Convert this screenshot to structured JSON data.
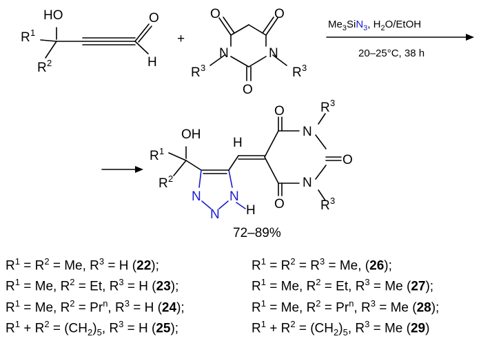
{
  "reagent1": {
    "oh": "HO",
    "r1": "R",
    "r1sup": "1",
    "r2": "R",
    "r2sup": "2",
    "o": "O",
    "h": "H"
  },
  "plus": "+",
  "reagent2": {
    "o": "O",
    "n": "N",
    "r3": "R",
    "r3sup": "3"
  },
  "conditions": {
    "above_a": "Me",
    "above_a_sub": "3",
    "above_b": "Si",
    "above_azide": "N",
    "above_azide_sub": "3",
    "above_c": ", H",
    "above_c_sub": "2",
    "above_d": "O/EtOH",
    "below": "20–25°C, 38 h"
  },
  "product": {
    "oh": "OH",
    "r1": "R",
    "r1sup": "1",
    "r2": "R",
    "r2sup": "2",
    "h": "H",
    "n": "N",
    "o": "O",
    "r3": "R",
    "r3sup": "3"
  },
  "yield": "72–89%",
  "legend": {
    "left": [
      [
        [
          "R"
        ],
        [
          "1",
          "sup"
        ],
        [
          " = R"
        ],
        [
          "2",
          "sup"
        ],
        [
          " = Me, R"
        ],
        [
          "3",
          "sup"
        ],
        [
          " = H ("
        ],
        [
          "22",
          "b"
        ],
        [
          ");"
        ]
      ],
      [
        [
          "R"
        ],
        [
          "1",
          "sup"
        ],
        [
          " = Me, R"
        ],
        [
          "2",
          "sup"
        ],
        [
          " = Et, R"
        ],
        [
          "3",
          "sup"
        ],
        [
          " = H ("
        ],
        [
          "23",
          "b"
        ],
        [
          ");"
        ]
      ],
      [
        [
          "R"
        ],
        [
          "1",
          "sup"
        ],
        [
          " = Me, R"
        ],
        [
          "2",
          "sup"
        ],
        [
          " = Pr"
        ],
        [
          "n",
          "sup"
        ],
        [
          ", R"
        ],
        [
          "3",
          "sup"
        ],
        [
          " = H ("
        ],
        [
          "24",
          "b"
        ],
        [
          ");"
        ]
      ],
      [
        [
          "R"
        ],
        [
          "1",
          "sup"
        ],
        [
          " + R"
        ],
        [
          "2",
          "sup"
        ],
        [
          " = (CH"
        ],
        [
          "2",
          "sub"
        ],
        [
          ")"
        ],
        [
          "5",
          "sub"
        ],
        [
          ", R"
        ],
        [
          "3",
          "sup"
        ],
        [
          " = H ("
        ],
        [
          "25",
          "b"
        ],
        [
          ");"
        ]
      ]
    ],
    "right": [
      [
        [
          "R"
        ],
        [
          "1",
          "sup"
        ],
        [
          " = R"
        ],
        [
          "2",
          "sup"
        ],
        [
          " = R"
        ],
        [
          "3",
          "sup"
        ],
        [
          " = Me, ("
        ],
        [
          "26",
          "b"
        ],
        [
          ");"
        ]
      ],
      [
        [
          "R"
        ],
        [
          "1",
          "sup"
        ],
        [
          " = Me, R"
        ],
        [
          "2",
          "sup"
        ],
        [
          " = Et, R"
        ],
        [
          "3",
          "sup"
        ],
        [
          " = Me ("
        ],
        [
          "27",
          "b"
        ],
        [
          ");"
        ]
      ],
      [
        [
          "R"
        ],
        [
          "1",
          "sup"
        ],
        [
          " = Me, R"
        ],
        [
          "2",
          "sup"
        ],
        [
          " = Pr"
        ],
        [
          "n",
          "sup"
        ],
        [
          ", R"
        ],
        [
          "3",
          "sup"
        ],
        [
          " = Me ("
        ],
        [
          "28",
          "b"
        ],
        [
          ");"
        ]
      ],
      [
        [
          "R"
        ],
        [
          "1",
          "sup"
        ],
        [
          " + R"
        ],
        [
          "2",
          "sup"
        ],
        [
          " = (CH"
        ],
        [
          "2",
          "sub"
        ],
        [
          ")"
        ],
        [
          "5",
          "sub"
        ],
        [
          ", R"
        ],
        [
          "3",
          "sup"
        ],
        [
          " = Me ("
        ],
        [
          "29",
          "b"
        ],
        [
          ")"
        ]
      ]
    ]
  },
  "colors": {
    "triazole": "#1a1acc",
    "text": "#000000"
  }
}
